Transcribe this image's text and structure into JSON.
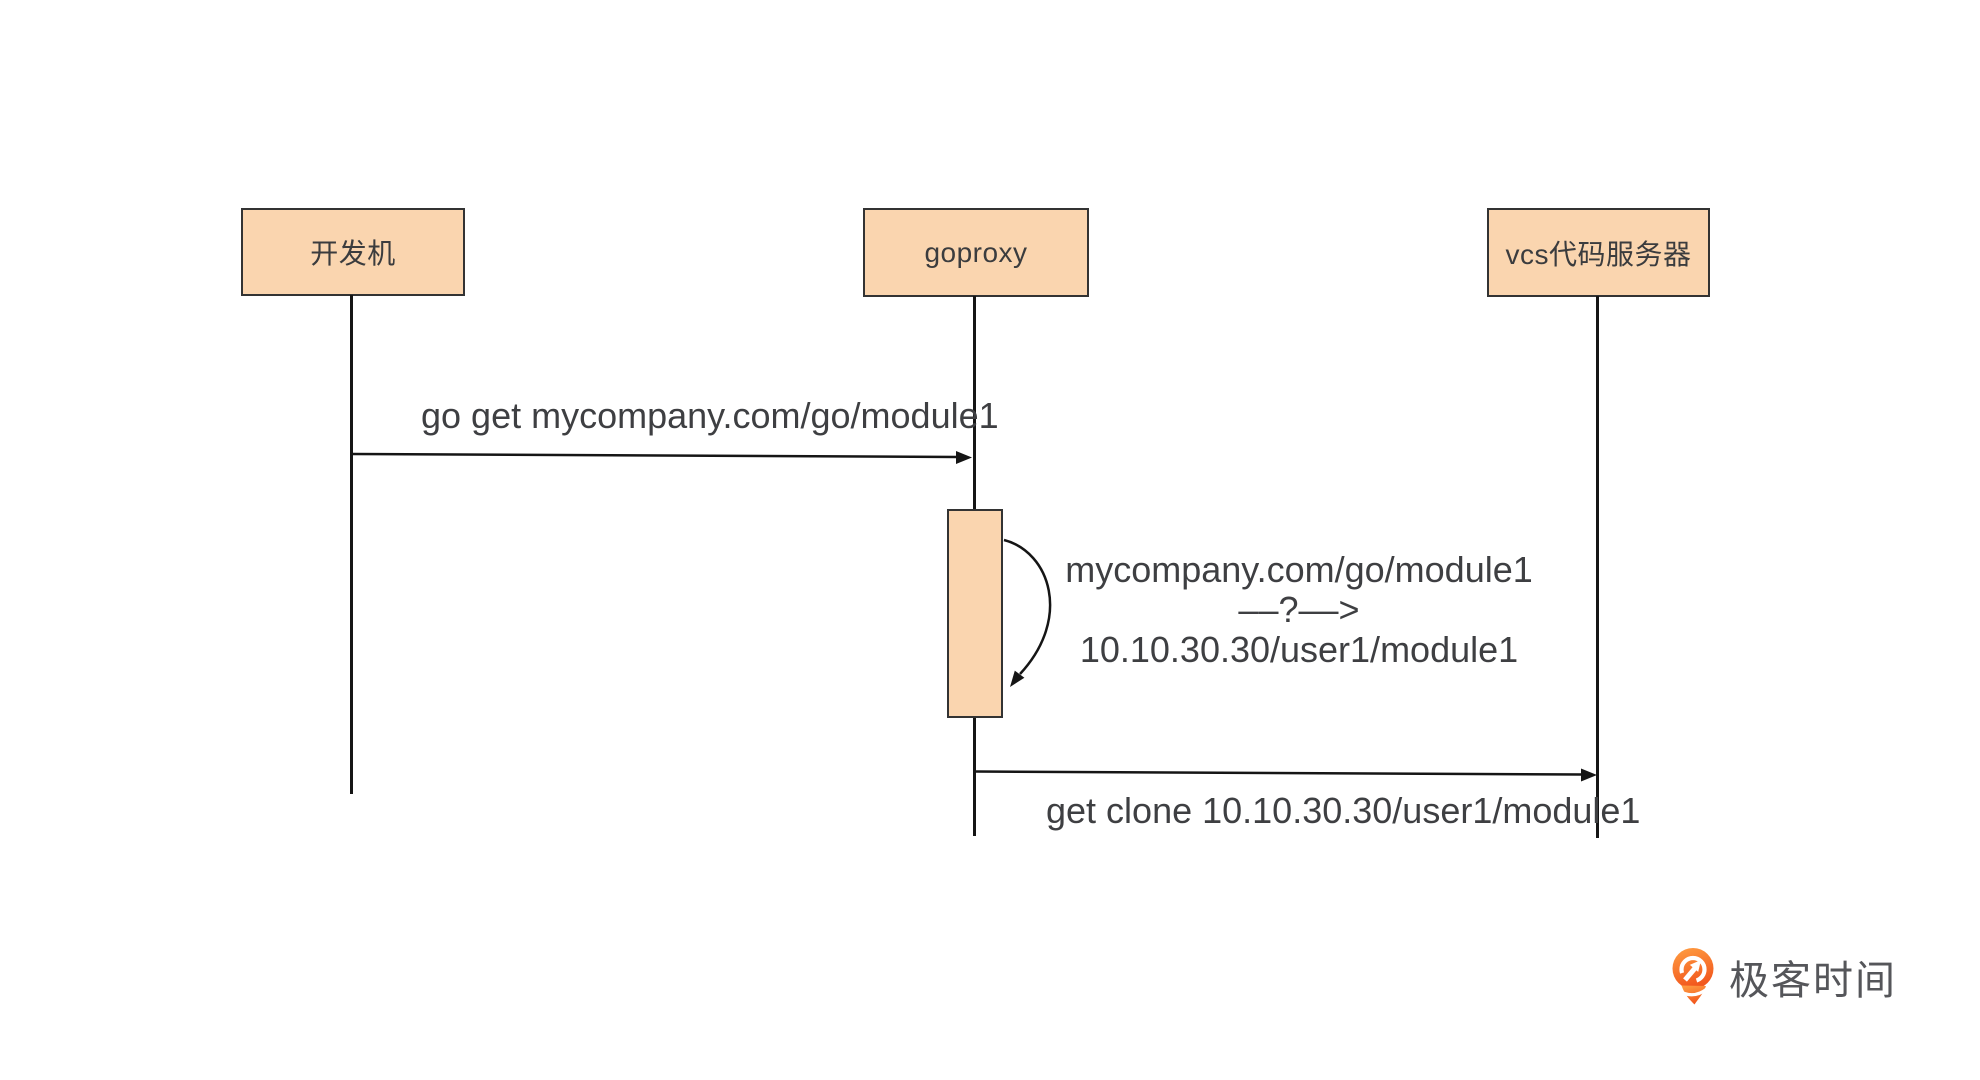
{
  "diagram": {
    "actors": [
      {
        "label": "开发机"
      },
      {
        "label": "goproxy"
      },
      {
        "label": "vcs代码服务器"
      }
    ],
    "messages": {
      "msg1": "go get mycompany.com/go/module1",
      "self_loop_line1": "mycompany.com/go/module1 ––?––>",
      "self_loop_line2": "10.10.30.30/user1/module1",
      "msg2": "get clone 10.10.30.30/user1/module1"
    },
    "colors": {
      "actor_fill": "#FAD5AF",
      "actor_border": "#333333",
      "line_color": "#151515",
      "text_color": "#3E3F42"
    }
  },
  "branding": {
    "logo_icon": "geektime-pin-icon",
    "logo_text": "极客时间",
    "logo_orange": "#F4611C",
    "logo_text_color": "#55565A"
  }
}
